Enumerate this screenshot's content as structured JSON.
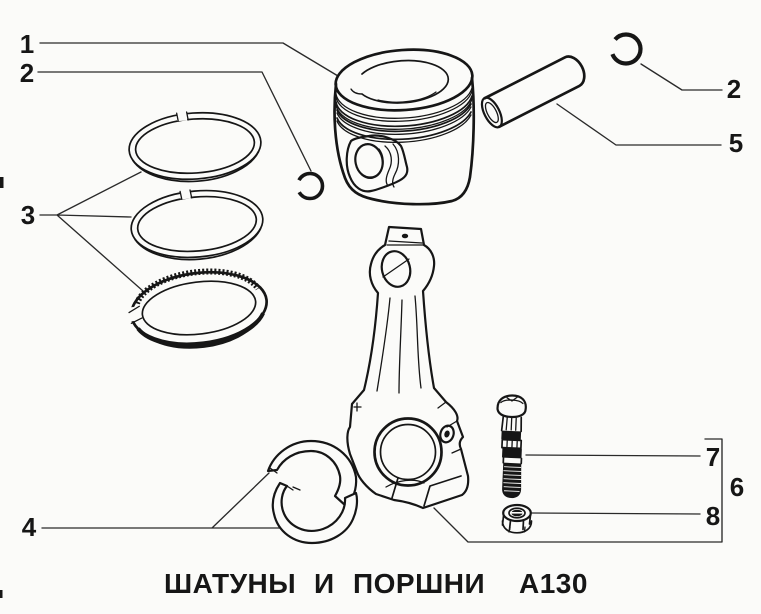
{
  "figure": {
    "colors": {
      "ink": "#161616",
      "paper": "#fbfbf9",
      "leader": "#2a2a2a"
    },
    "callouts": {
      "c1": "1",
      "c2_left": "2",
      "c3": "3",
      "c4": "4",
      "c2_right": "2",
      "c5": "5",
      "c6": "6",
      "c7": "7",
      "c8": "8"
    },
    "caption": {
      "word_1": "ШАТУНЫ",
      "word_2": "И",
      "word_3": "ПОРШНИ",
      "code": "А130"
    }
  }
}
